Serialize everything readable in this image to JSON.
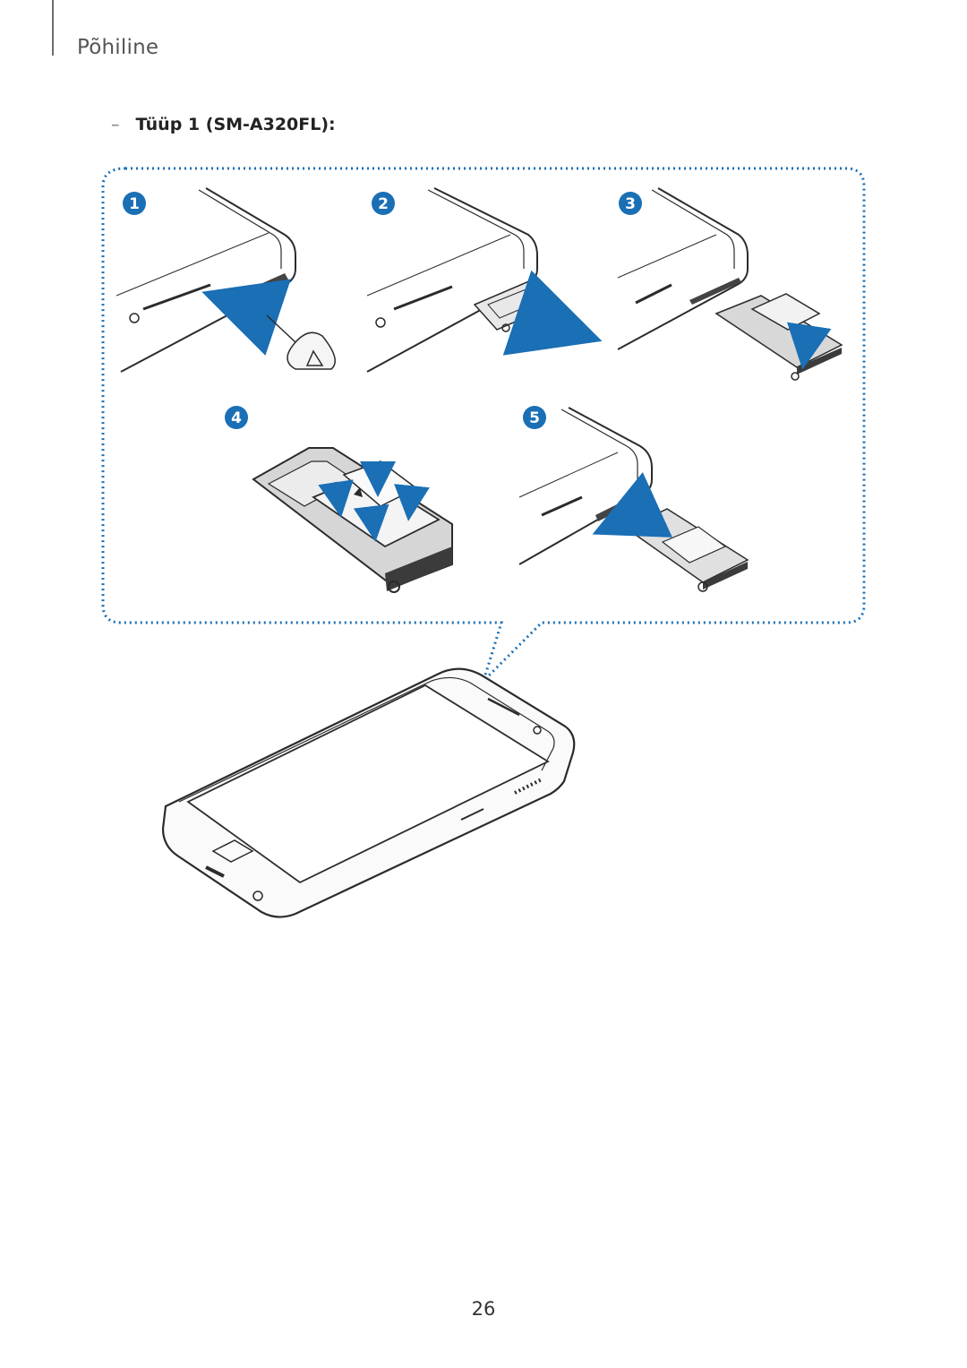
{
  "header": {
    "chapter": "Põhiline"
  },
  "section": {
    "dash": "–",
    "title": "Tüüp 1 (SM-A320FL):"
  },
  "steps": [
    "1",
    "2",
    "3",
    "4",
    "5"
  ],
  "colors": {
    "accent": "#1a6fb5",
    "line": "#2b2b2b",
    "tray": "#3b3b3b"
  },
  "footer": {
    "page_number": "26"
  }
}
